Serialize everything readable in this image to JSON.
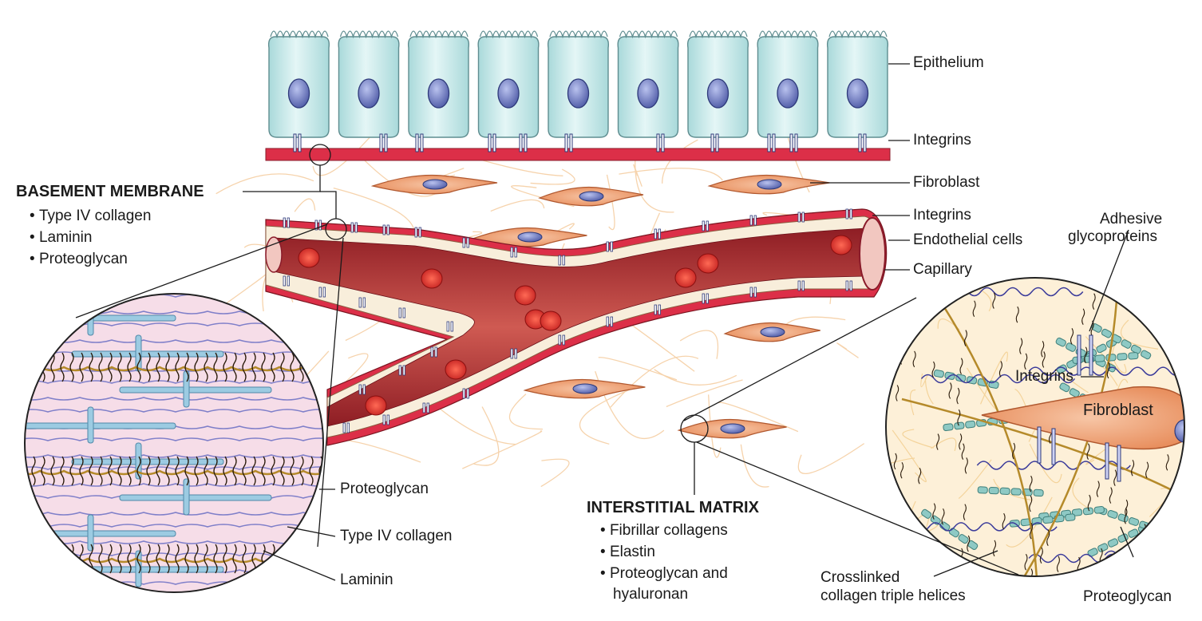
{
  "colors": {
    "epithelium_fill": "#cfecec",
    "epithelium_stroke": "#5f8d90",
    "nucleus": "#7a86c8",
    "basement_membrane": "#dc2f48",
    "fibroblast": "#f0a678",
    "capillary_blood": "#c0303a",
    "rbc": "#e0302a",
    "matrix_fiber": "#f7d2a8",
    "proteoglycan": "#b58a2a",
    "collagen_iv": "#8fc3dc",
    "laminin_wave": "#7f7fc9",
    "bm_zoom_bg": "#f6dde8",
    "im_zoom_bg": "#fdf0d8"
  },
  "labels": {
    "epithelium": "Epithelium",
    "integrins_top": "Integrins",
    "fibroblast": "Fibroblast",
    "integrins_capillary": "Integrins",
    "endothelial_cells": "Endothelial cells",
    "capillary": "Capillary",
    "adhesive_glycoproteins_line1": "Adhesive",
    "adhesive_glycoproteins_line2": "glycoproteins",
    "integrins_zoom": "Integrins",
    "fibroblast_zoom": "Fibroblast",
    "proteoglycan_bm": "Proteoglycan",
    "type_iv_collagen": "Type IV collagen",
    "laminin": "Laminin",
    "crosslinked_line1": "Crosslinked",
    "crosslinked_line2": "collagen triple helices",
    "proteoglycan_im": "Proteoglycan"
  },
  "basement_membrane": {
    "title": "BASEMENT MEMBRANE",
    "items": [
      "Type IV collagen",
      "Laminin",
      "Proteoglycan"
    ]
  },
  "interstitial_matrix": {
    "title": "INTERSTITIAL MATRIX",
    "items": [
      "Fibrillar collagens",
      "Elastin",
      "Proteoglycan and",
      "hyaluronan"
    ]
  }
}
